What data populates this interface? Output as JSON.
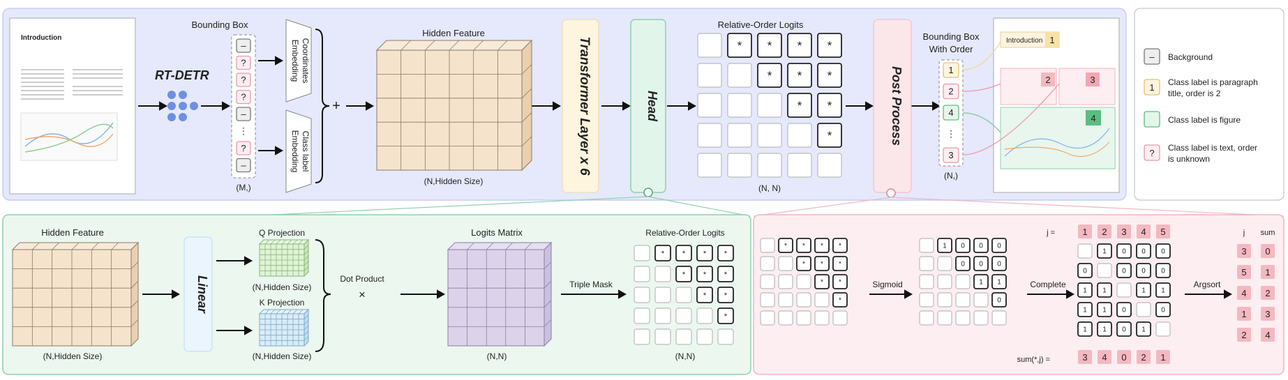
{
  "top": {
    "doc_title": "Introduction",
    "model_name": "RT-DETR",
    "bbox_title": "Bounding Box",
    "bbox_tokens": [
      "–",
      "?",
      "?",
      "?",
      "–",
      "⋮",
      "?",
      "–"
    ],
    "bbox_shape": "(M,)",
    "coord_embed": "Coordinates Embedding",
    "class_embed": "Class label Embedding",
    "plus": "+",
    "hidden_title": "Hidden Feature",
    "hidden_shape": "(N,Hidden Size)",
    "transformer": "Transformer Layer x 6",
    "head": "Head",
    "logits_title": "Relative-Order Logits",
    "logits_shape": "(N, N)",
    "post": "Post Process",
    "order_title_1": "Bounding Box",
    "order_title_2": "With Order",
    "order_tokens": [
      "1",
      "2",
      "4",
      "⋮",
      "3"
    ],
    "order_shape": "(N,)",
    "out_intro": "Introduction",
    "out_badges": [
      "1",
      "2",
      "3",
      "4"
    ]
  },
  "legend": [
    {
      "sym": "–",
      "text_a": "Background",
      "text_b": ""
    },
    {
      "sym": "1",
      "text_a": "Class label is paragraph",
      "text_b": "title, order is 2"
    },
    {
      "sym": "",
      "text_a": "Class label is figure",
      "text_b": ""
    },
    {
      "sym": "?",
      "text_a": "Class label is text, order",
      "text_b": "is unknown"
    }
  ],
  "head_panel": {
    "hidden_title": "Hidden Feature",
    "hidden_shape": "(N,Hidden Size)",
    "linear": "Linear",
    "q_title": "Q  Projection",
    "q_shape": "(N,Hidden Size)",
    "k_title": "K  Projection",
    "k_shape": "(N,Hidden Size)",
    "dot": "Dot Product",
    "times": "×",
    "logits_title": "Logits Matrix",
    "logits_shape": "(N,N)",
    "mask": "Triple Mask",
    "rel_title": "Relative-Order Logits",
    "rel_shape": "(N,N)"
  },
  "post_panel": {
    "sigmoid": "Sigmoid",
    "complete": "Complete",
    "argsort": "Argsort",
    "j_label": "j =",
    "j_values": [
      "1",
      "2",
      "3",
      "4",
      "5"
    ],
    "sig_rows": [
      [
        "1",
        "0",
        "0",
        "0"
      ],
      [
        "0",
        "0",
        "0"
      ],
      [
        "1",
        "1"
      ],
      [
        "0"
      ]
    ],
    "comp_rows": [
      [
        "",
        "1",
        "0",
        "0",
        "0"
      ],
      [
        "0",
        "",
        "0",
        "0",
        "0"
      ],
      [
        "1",
        "1",
        "",
        "1",
        "1"
      ],
      [
        "1",
        "1",
        "0",
        "",
        "0"
      ],
      [
        "1",
        "1",
        "0",
        "1",
        ""
      ]
    ],
    "sum_label": "sum(*,j) =",
    "sum_values": [
      "3",
      "4",
      "0",
      "2",
      "1"
    ],
    "col_j": "j",
    "col_sum": "sum",
    "sorted_j": [
      "3",
      "5",
      "4",
      "1",
      "2"
    ],
    "sorted_sum": [
      "0",
      "1",
      "2",
      "3",
      "4"
    ]
  }
}
